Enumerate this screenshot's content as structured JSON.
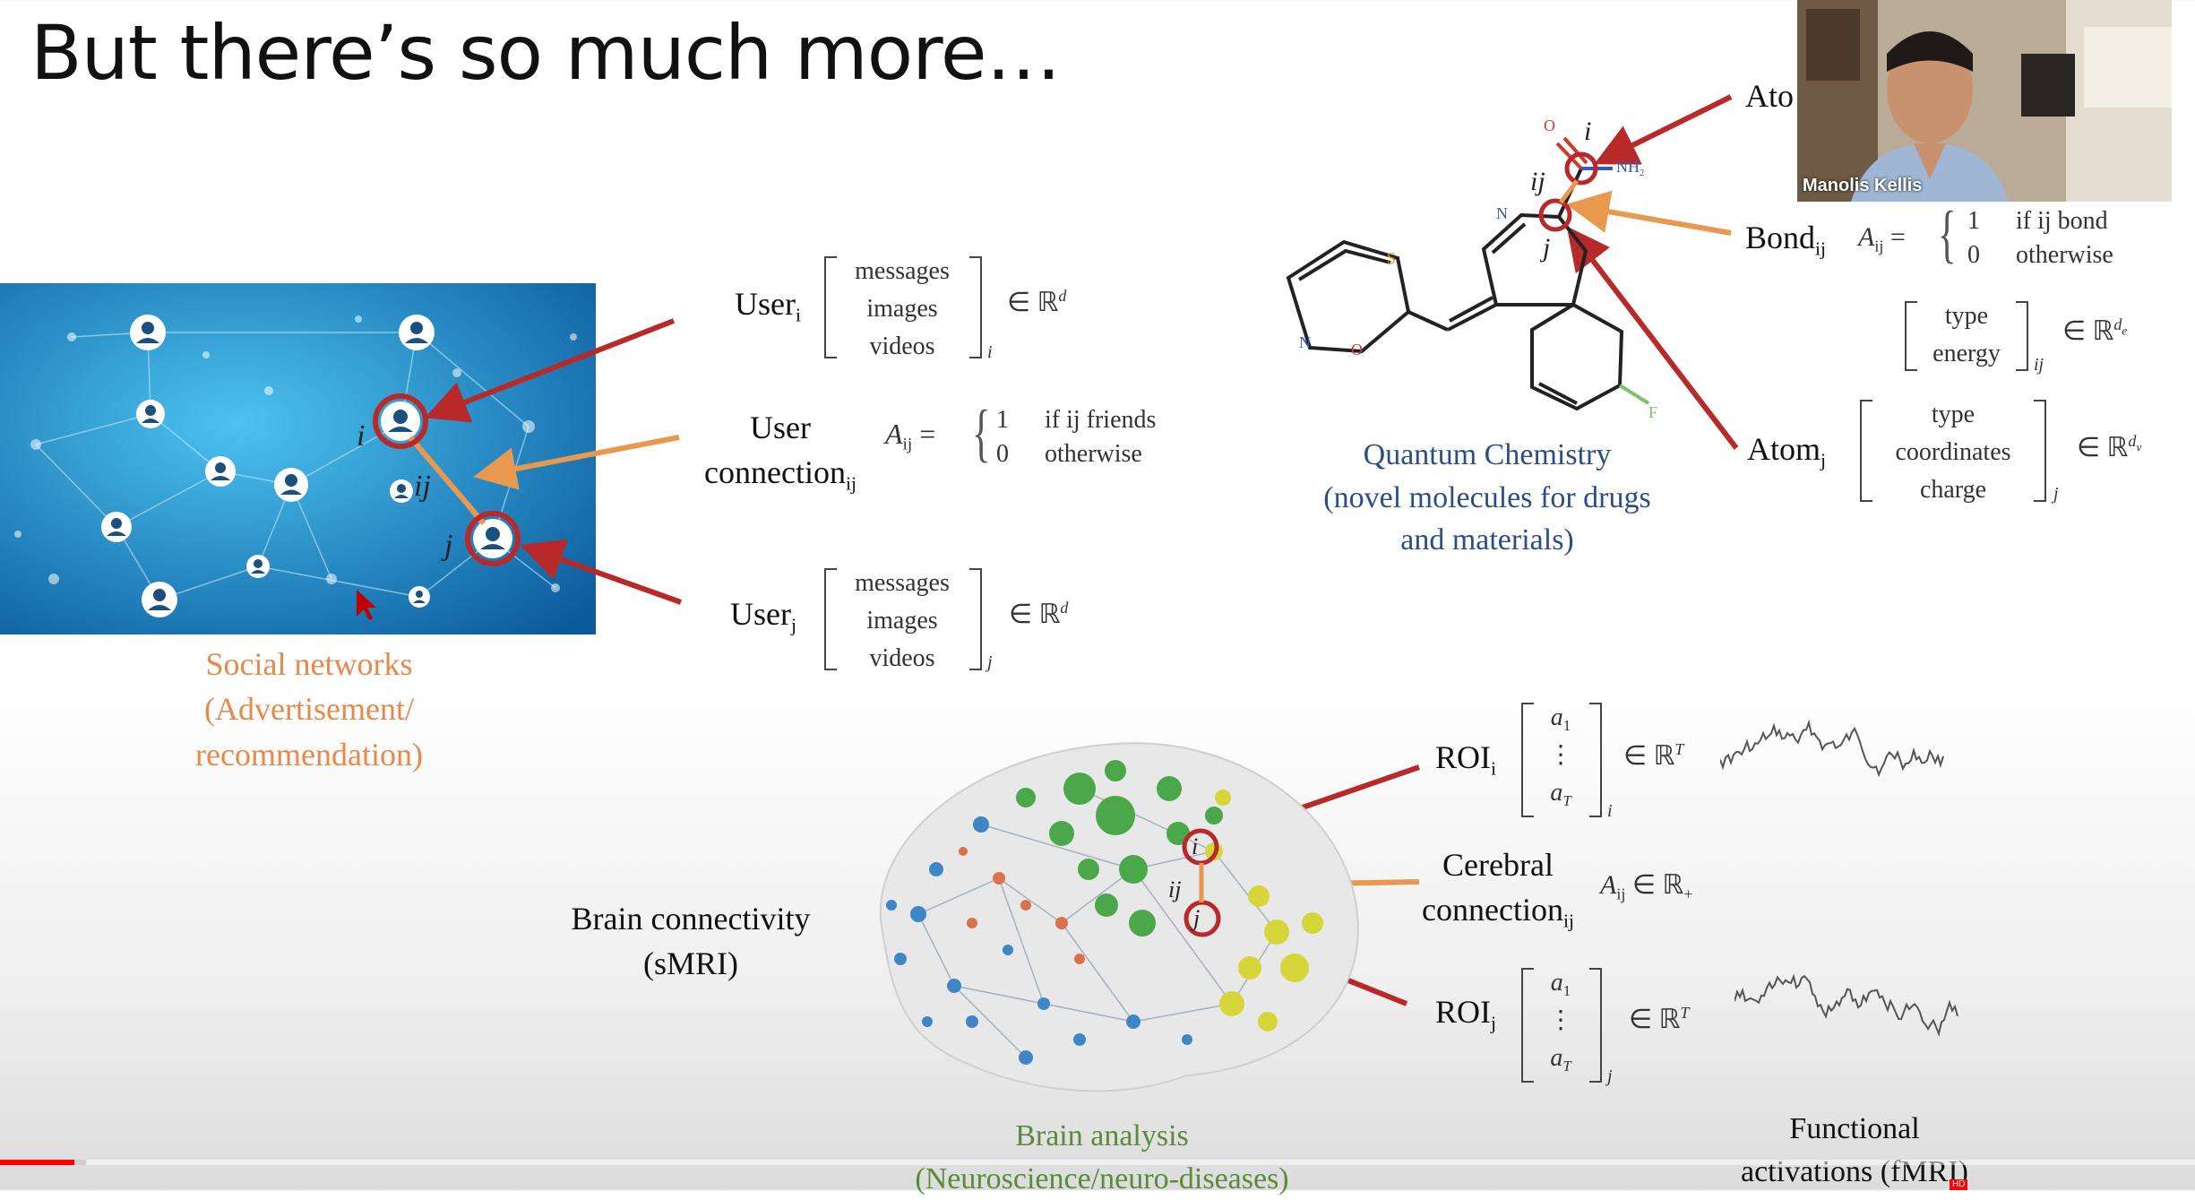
{
  "slide": {
    "title": "But there’s so much more…"
  },
  "social": {
    "caption_line1": "Social networks",
    "caption_line2": "(Advertisement/",
    "caption_line3": "recommendation)",
    "caption_color": "#e58a4a",
    "node_i": "i",
    "edge_ij": "ij",
    "node_j": "j",
    "user_i_label": "User",
    "user_i_sub": "i",
    "user_i_vec": [
      "messages",
      "images",
      "videos"
    ],
    "user_i_vec_sub": "i",
    "user_i_space": "∈ ℝ",
    "user_i_space_sup": "d",
    "conn_label_line1": "User",
    "conn_label_line2": "connection",
    "conn_label_sub": "ij",
    "conn_A": "A",
    "conn_A_sub": "ij",
    "conn_eq": "=",
    "conn_case1_val": "1",
    "conn_case1_cond": "if ij friends",
    "conn_case2_val": "0",
    "conn_case2_cond": "otherwise",
    "user_j_label": "User",
    "user_j_sub": "j",
    "user_j_vec": [
      "messages",
      "images",
      "videos"
    ],
    "user_j_vec_sub": "j",
    "user_j_space": "∈ ℝ",
    "user_j_space_sup": "d"
  },
  "chemistry": {
    "caption_line1": "Quantum Chemistry",
    "caption_line2": "(novel molecules for drugs",
    "caption_line3": "and materials)",
    "caption_color": "#2b4e8a",
    "atom_i_label": "Ato",
    "bond_label": "Bond",
    "bond_sub": "ij",
    "bond_A": "A",
    "bond_A_sub": "ij",
    "bond_eq": "=",
    "bond_case1_val": "1",
    "bond_case1_cond": "if ij bond",
    "bond_case2_val": "0",
    "bond_case2_cond": "otherwise",
    "bond_vec": [
      "type",
      "energy"
    ],
    "bond_vec_sub": "ij",
    "bond_space": "∈ ℝ",
    "bond_space_sup": "d",
    "bond_space_sup_sub": "e",
    "atom_j_label": "Atom",
    "atom_j_sub": "j",
    "atom_j_vec": [
      "type",
      "coordinates",
      "charge"
    ],
    "atom_j_vec_sub": "j",
    "atom_j_space": "∈ ℝ",
    "atom_j_space_sup": "d",
    "atom_j_space_sup_sub": "v",
    "mol_i": "i",
    "mol_ij": "ij",
    "mol_j": "j",
    "mol_O": "O",
    "mol_NH2": "NH",
    "mol_NH2_sub": "2",
    "mol_N": "N",
    "mol_S": "S",
    "mol_N2": "N",
    "mol_O2": "O",
    "mol_F": "F"
  },
  "brain": {
    "left_label_line1": "Brain connectivity",
    "left_label_line2": "(sMRI)",
    "caption_line1": "Brain analysis",
    "caption_line2": "(Neuroscience/neuro-diseases)",
    "caption_color": "#5b8a3a",
    "node_i": "i",
    "edge_ij": "ij",
    "node_j": "j",
    "roi_i_label": "ROI",
    "roi_i_sub": "i",
    "roi_i_vec_top": "a",
    "roi_i_vec_top_sub": "1",
    "roi_i_vec_mid": "⋮",
    "roi_i_vec_bot": "a",
    "roi_i_vec_bot_sub": "T",
    "roi_i_vec_sub": "i",
    "roi_i_space": "∈ ℝ",
    "roi_i_space_sup": "T",
    "conn_label_line1": "Cerebral",
    "conn_label_line2": "connection",
    "conn_label_sub": "ij",
    "conn_A": "A",
    "conn_A_sub": "ij",
    "conn_space": "∈ ℝ",
    "conn_space_sub": "+",
    "roi_j_label": "ROI",
    "roi_j_sub": "j",
    "roi_j_vec_top": "a",
    "roi_j_vec_top_sub": "1",
    "roi_j_vec_mid": "⋮",
    "roi_j_vec_bot": "a",
    "roi_j_vec_bot_sub": "T",
    "roi_j_vec_sub": "j",
    "roi_j_space": "∈ ℝ",
    "roi_j_space_sup": "T",
    "fmri_line1": "Functional",
    "fmri_line2": "activations (fMRI)"
  },
  "webcam": {
    "name": "Manolis Kellis"
  },
  "player": {
    "progress_fraction": 0.034,
    "buffer_fraction": 0.039,
    "hd_badge": "HD"
  },
  "colors": {
    "arrow_red": "#b8292a",
    "arrow_orange": "#e8994f",
    "social_bg": "#1a7cc1"
  }
}
